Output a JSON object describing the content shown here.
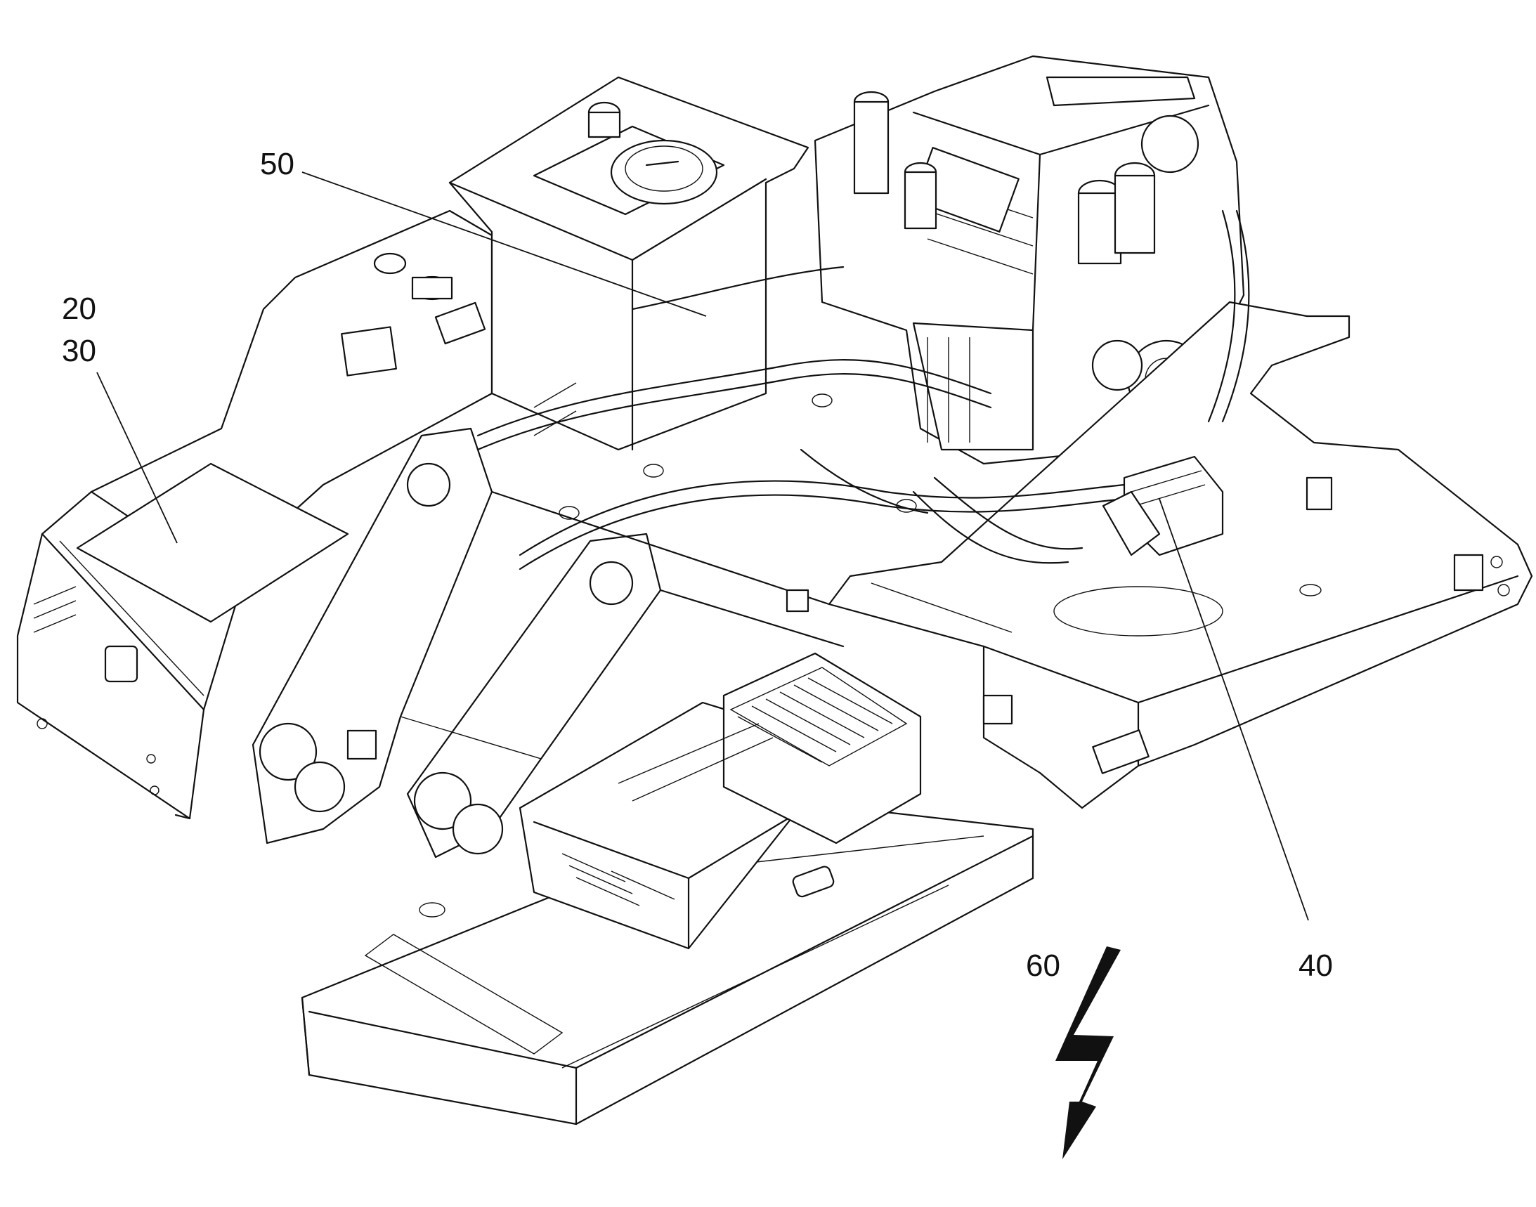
{
  "figure": {
    "callouts": [
      {
        "id": "ref-50",
        "label": "50"
      },
      {
        "id": "ref-20",
        "label": "20"
      },
      {
        "id": "ref-30",
        "label": "30"
      },
      {
        "id": "ref-40",
        "label": "40"
      },
      {
        "id": "ref-60",
        "label": "60"
      }
    ],
    "stroke_color": "#111111",
    "background_color": "#ffffff",
    "symbols": [
      "lightning-bolt-icon"
    ]
  }
}
